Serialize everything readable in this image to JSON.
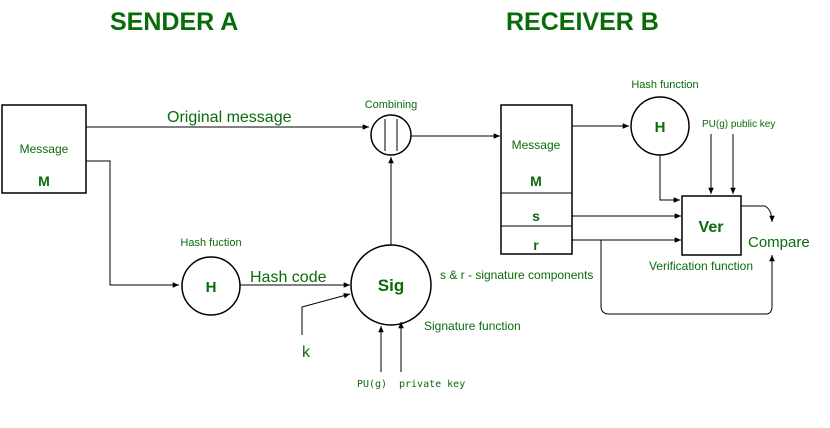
{
  "sender": {
    "title": "SENDER A",
    "message_box": {
      "label": "Message",
      "symbol": "M"
    },
    "hash": {
      "caption": "Hash fuction",
      "symbol": "H"
    },
    "hash_code_label": "Hash code",
    "k_label": "k",
    "sig": {
      "symbol": "Sig",
      "caption": "Signature function"
    },
    "pu_label": "PU(g)",
    "private_key_label": "private key"
  },
  "channel": {
    "original_message_label": "Original message",
    "combining_label": "Combining",
    "signature_components_label": "s & r - signature components"
  },
  "receiver": {
    "title": "RECEIVER B",
    "message_box": {
      "label": "Message",
      "m_symbol": "M",
      "s_symbol": "s",
      "r_symbol": "r"
    },
    "hash": {
      "caption": "Hash function",
      "symbol": "H"
    },
    "public_key_label": "PU(g) public key",
    "ver": {
      "symbol": "Ver",
      "caption": "Verification function"
    },
    "compare_label": "Compare"
  },
  "colors": {
    "text": "#0a6b0a",
    "lines": "#000000"
  }
}
